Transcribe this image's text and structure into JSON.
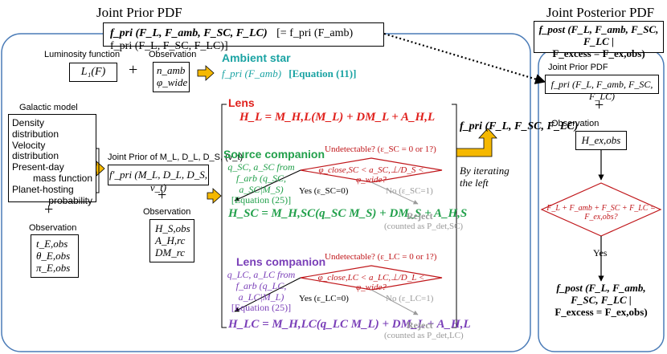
{
  "titles": {
    "joint_prior": "Joint Prior PDF",
    "joint_posterior": "Joint Posterior PDF"
  },
  "prior_header": {
    "main": "f_pri (F_L, F_amb, F_SC, F_LC)",
    "factorized": "[= f_pri (F_amb) f_pri (F_L, F_SC, F_LC)]"
  },
  "luminosity": {
    "label": "Luminosity function",
    "box": "L₁(F)",
    "plus": "+"
  },
  "observation_top": {
    "label": "Observation",
    "line1": "n_amb",
    "line2": "φ_wide"
  },
  "ambient": {
    "title": "Ambient star",
    "formula": "f_pri (F_amb)",
    "ref": "[Equation (11)]"
  },
  "galactic": {
    "label": "Galactic model",
    "items": [
      "Density distribution",
      "Velocity distribution",
      "Present-day",
      "mass function",
      "Planet-hosting",
      "probability"
    ]
  },
  "plus_left": "+",
  "observation_left": {
    "label": "Observation",
    "items": [
      "t_E,obs",
      "θ_E,obs",
      "π_E,obs"
    ]
  },
  "joint_prior_mid": {
    "label": "Joint Prior of M_L, D_L, D_S, (v_t)",
    "box": "f′_pri (M_L, D_L, D_S, v_t)"
  },
  "plus_mid": "+",
  "observation_mid": {
    "label": "Observation",
    "items": [
      "H_S,obs",
      "A_H,rc",
      "DM_rc"
    ]
  },
  "lens": {
    "title": "Lens",
    "formula": "H_L = M_H,L(M_L) + DM_L + A_H,L"
  },
  "source_companion": {
    "title": "Source companion",
    "desc1": "q_SC, a_SC from",
    "desc2": "f_arb (q_SC, a_SC|M_S)",
    "ref": "[Equation (25)]",
    "undetectable": "Undetectable? (ε_SC = 0 or 1?)",
    "diamond": "φ_close,SC < a_SC,⊥/D_S < φ_wide?",
    "yes": "Yes (ε_SC=0)",
    "no": "No (ε_SC=1)",
    "formula": "H_SC = M_H,SC(q_SC M_S) + DM_S + A_H,S",
    "reject": "Reject",
    "reject_note": "(counted as P_det,SC)"
  },
  "lens_companion": {
    "title": "Lens companion",
    "desc1": "q_LC, a_LC from",
    "desc2": "f_arb (q_LC, a_LC|M_L)",
    "ref": "[Equation (25)]",
    "undetectable": "Undetectable? (ε_LC = 0 or 1?)",
    "diamond": "φ_close,LC < a_LC,⊥/D_L < φ_wide?",
    "yes": "Yes (ε_LC=0)",
    "no": "No (ε_LC=1)",
    "formula": "H_LC = M_H,LC(q_LC M_L) + DM_L + A_H,L",
    "reject": "Reject",
    "reject_note": "(counted as P_det,LC)"
  },
  "bracket_result": {
    "formula": "f_pri (F_L, F_SC, F_LC)",
    "iterate1": "By iterating",
    "iterate2": "the left"
  },
  "posterior_header": {
    "line1": "f_post (F_L, F_amb, F_SC, F_LC |",
    "line2": "F_excess = F_ex,obs)"
  },
  "posterior_panel": {
    "prior_label": "Joint Prior PDF",
    "prior_box": "f_pri (F_L, F_amb, F_SC, F_LC)",
    "plus": "+",
    "obs_label": "Observation",
    "obs_box": "H_ex,obs",
    "diamond": "F_L + F_amb + F_SC + F_LC = F_ex,obs?",
    "yes": "Yes",
    "result1": "f_post (F_L, F_amb, F_SC, F_LC |",
    "result2": "F_excess = F_ex,obs)"
  },
  "colors": {
    "panel_border": "#4a7bb7",
    "arrow_fill": "#f5b800",
    "lens_red": "#e0201c",
    "source_green": "#22a04b",
    "lens_comp_purple": "#7a3fb8",
    "ambient_teal": "#1aa3a3",
    "diamond_red": "#c0161a"
  }
}
